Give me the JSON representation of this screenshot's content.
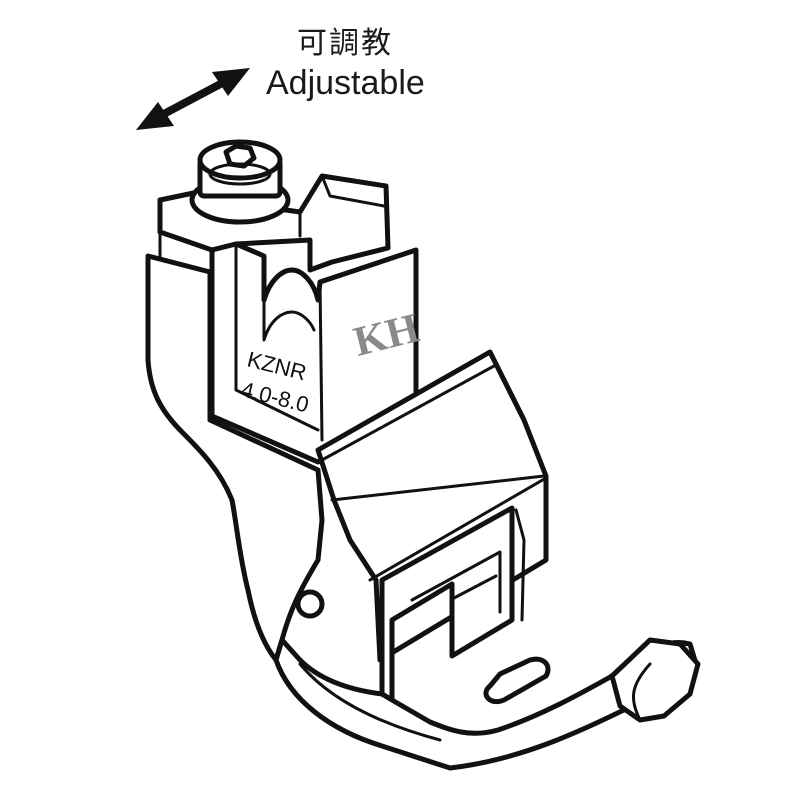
{
  "labels": {
    "adjustable_zh": "可調教",
    "adjustable_en": "Adjustable"
  },
  "part_marking": {
    "model": "KZNR",
    "range": "4.0-8.0"
  },
  "brand_logo": "KH",
  "icons": {
    "adjust_arrow": "double-headed-arrow-icon",
    "screw": "hex-socket-screw-icon"
  },
  "colors": {
    "line": "#111111",
    "logo": "#8a8a8a",
    "background": "#ffffff"
  }
}
